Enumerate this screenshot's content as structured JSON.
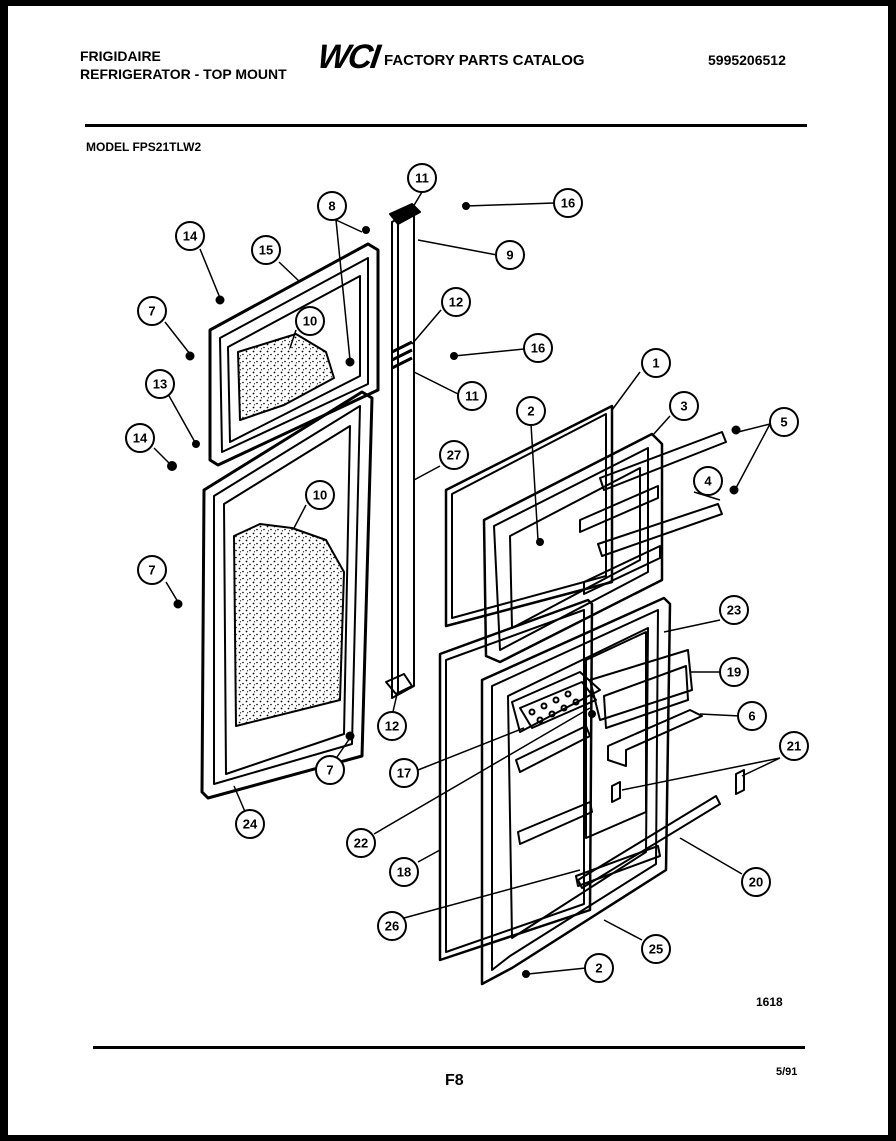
{
  "header": {
    "brand": "FRIGIDAIRE",
    "product": "REFRIGERATOR - TOP MOUNT",
    "logo_text": "WCI",
    "catalog_title": "FACTORY PARTS CATALOG",
    "part_number": "5995206512",
    "model": "MODEL FPS21TLW2"
  },
  "footer": {
    "diagram_code": "1618",
    "page_label": "F8",
    "date": "5/91"
  },
  "callouts": [
    {
      "id": "callout-11a",
      "number": "11"
    },
    {
      "id": "callout-16a",
      "number": "16"
    },
    {
      "id": "callout-8",
      "number": "8"
    },
    {
      "id": "callout-9",
      "number": "9"
    },
    {
      "id": "callout-14a",
      "number": "14"
    },
    {
      "id": "callout-15",
      "number": "15"
    },
    {
      "id": "callout-7a",
      "number": "7"
    },
    {
      "id": "callout-10a",
      "number": "10"
    },
    {
      "id": "callout-12a",
      "number": "12"
    },
    {
      "id": "callout-16b",
      "number": "16"
    },
    {
      "id": "callout-13",
      "number": "13"
    },
    {
      "id": "callout-11b",
      "number": "11"
    },
    {
      "id": "callout-1",
      "number": "1"
    },
    {
      "id": "callout-14b",
      "number": "14"
    },
    {
      "id": "callout-2a",
      "number": "2"
    },
    {
      "id": "callout-3",
      "number": "3"
    },
    {
      "id": "callout-5",
      "number": "5"
    },
    {
      "id": "callout-27",
      "number": "27"
    },
    {
      "id": "callout-4",
      "number": "4"
    },
    {
      "id": "callout-10b",
      "number": "10"
    },
    {
      "id": "callout-7b",
      "number": "7"
    },
    {
      "id": "callout-23",
      "number": "23"
    },
    {
      "id": "callout-19",
      "number": "19"
    },
    {
      "id": "callout-12b",
      "number": "12"
    },
    {
      "id": "callout-6",
      "number": "6"
    },
    {
      "id": "callout-21",
      "number": "21"
    },
    {
      "id": "callout-7c",
      "number": "7"
    },
    {
      "id": "callout-17",
      "number": "17"
    },
    {
      "id": "callout-24",
      "number": "24"
    },
    {
      "id": "callout-22",
      "number": "22"
    },
    {
      "id": "callout-18",
      "number": "18"
    },
    {
      "id": "callout-20",
      "number": "20"
    },
    {
      "id": "callout-26",
      "number": "26"
    },
    {
      "id": "callout-25",
      "number": "25"
    },
    {
      "id": "callout-2b",
      "number": "2"
    }
  ]
}
